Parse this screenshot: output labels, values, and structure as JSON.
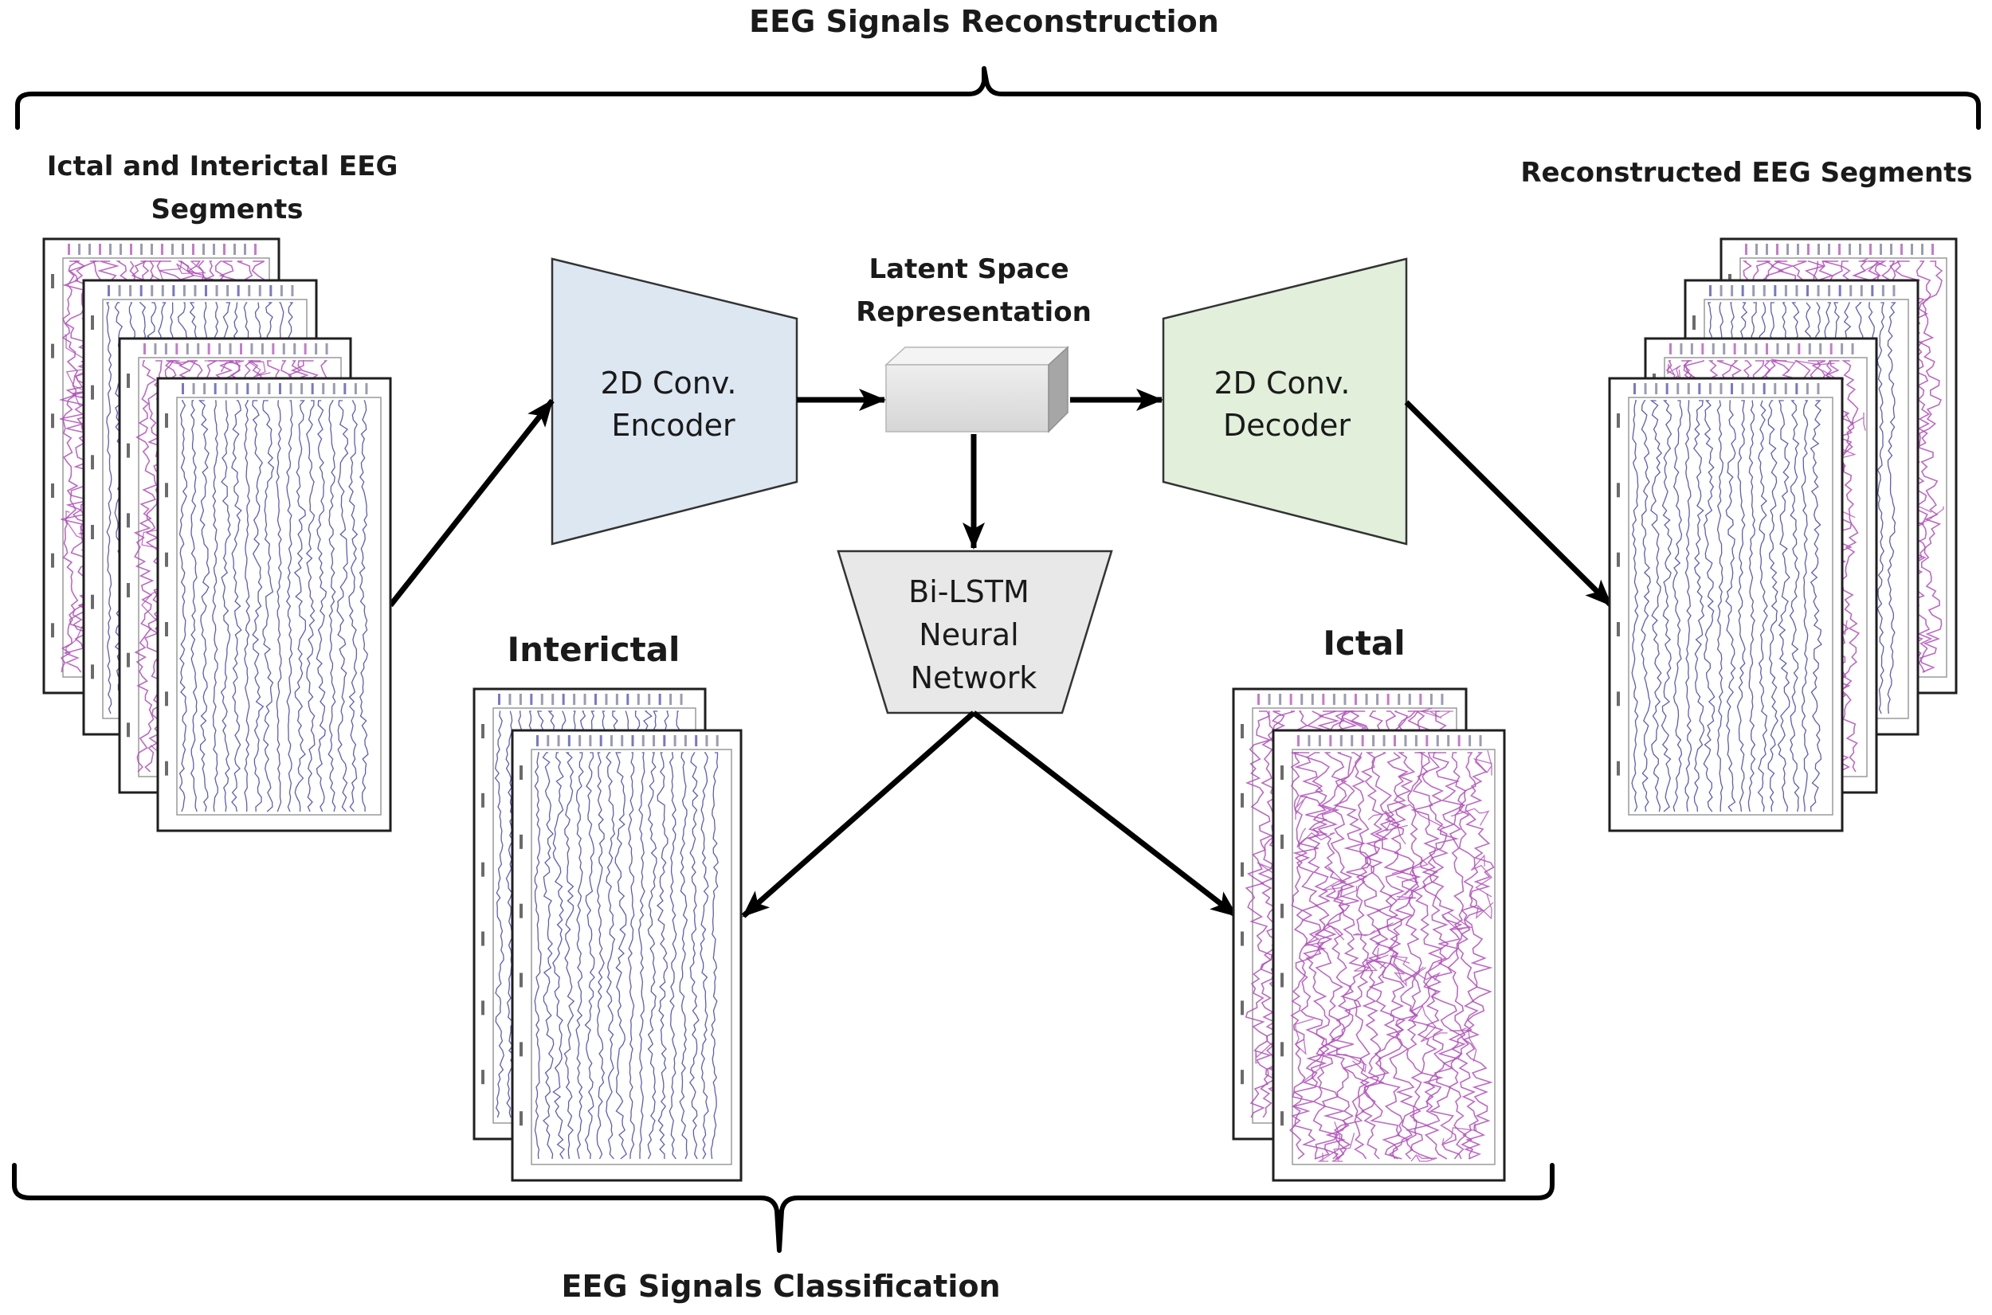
{
  "title_top": "EEG Signals Reconstruction",
  "title_bottom": "EEG Signals Classification",
  "inputs": {
    "label_line1": "Ictal and Interictal EEG",
    "label_line2": "Segments"
  },
  "outputs": {
    "label": "Reconstructed EEG Segments"
  },
  "latent": {
    "label_line1": "Latent Space",
    "label_line2": "Representation"
  },
  "encoder": {
    "line1": "2D Conv.",
    "line2": "Encoder",
    "color": "#dce7f2"
  },
  "decoder": {
    "line1": "2D Conv.",
    "line2": "Decoder",
    "color": "#e2efdb"
  },
  "classifier": {
    "line1": "Bi-LSTM",
    "line2": "Neural",
    "line3": "Network",
    "color": "#e8e8e8"
  },
  "classes": {
    "interictal": "Interictal",
    "ictal": "Ictal"
  },
  "colors": {
    "interictal_trace": "#4b4bb3",
    "ictal_trace": "#b050b8"
  }
}
